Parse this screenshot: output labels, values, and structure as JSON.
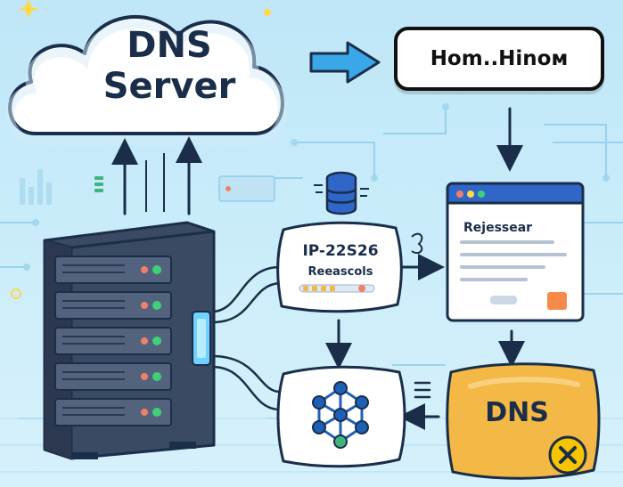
{
  "cloud": {
    "line1": "DNS",
    "line2": "Server"
  },
  "hostname_box": {
    "label": "Hom..Hinoм"
  },
  "ip_pillow": {
    "line1": "IP-22S26",
    "line2": "Reeascols"
  },
  "browser": {
    "title": "Rejessear"
  },
  "dns_pillow": {
    "label": "DNS"
  },
  "colors": {
    "background": "#c9ecfa",
    "arrow_blue": "#3aa7e8",
    "outline_dark": "#1a2e4a",
    "server_body": "#3b4a63",
    "browser_bar": "#2f66c7",
    "dns_pillow": "#f3b845",
    "error_badge": "#f6c400",
    "node_blue": "#1e5fb8",
    "node_green": "#3fb47c"
  },
  "icons": [
    "cloud-icon",
    "right-arrow-icon",
    "server-rack-icon",
    "database-icon",
    "network-graph-icon",
    "close-badge-icon",
    "sparkle-icon"
  ]
}
